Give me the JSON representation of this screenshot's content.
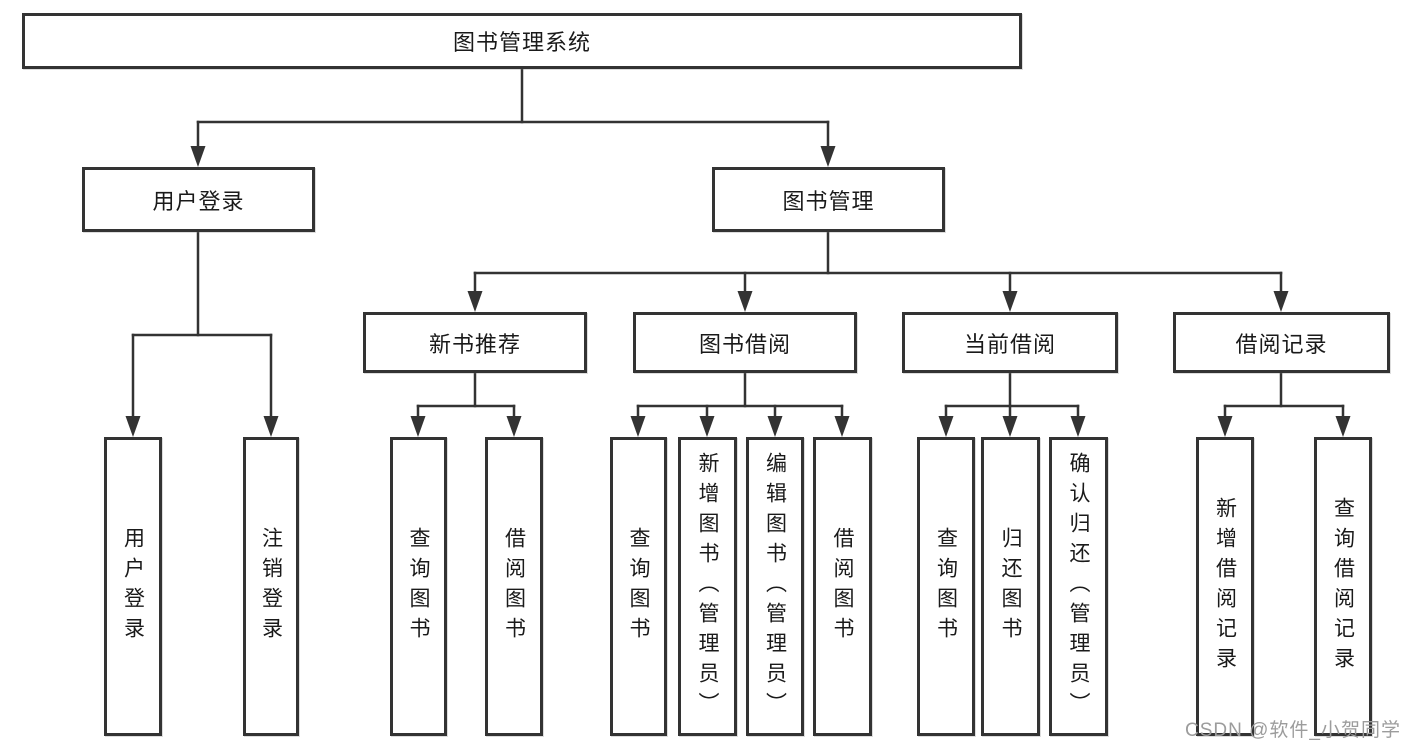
{
  "tree": {
    "root": {
      "label": "图书管理系统"
    },
    "branches": [
      {
        "label": "用户登录",
        "children": [
          {
            "label": "用户登录"
          },
          {
            "label": "注销登录"
          }
        ]
      },
      {
        "label": "图书管理",
        "children": [
          {
            "label": "新书推荐",
            "children": [
              {
                "label": "查询图书"
              },
              {
                "label": "借阅图书"
              }
            ]
          },
          {
            "label": "图书借阅",
            "children": [
              {
                "label": "查询图书"
              },
              {
                "label": "新增图书（管理员）"
              },
              {
                "label": "编辑图书（管理员）"
              },
              {
                "label": "借阅图书"
              }
            ]
          },
          {
            "label": "当前借阅",
            "children": [
              {
                "label": "查询图书"
              },
              {
                "label": "归还图书"
              },
              {
                "label": "确认归还（管理员）"
              }
            ]
          },
          {
            "label": "借阅记录",
            "children": [
              {
                "label": "新增借阅记录"
              },
              {
                "label": "查询借阅记录"
              }
            ]
          }
        ]
      }
    ]
  },
  "watermark": {
    "text": "CSDN @软件_小贺同学"
  },
  "colors": {
    "border": "#333333",
    "line": "#333333",
    "text": "#1a1a1a",
    "watermark": "#9c9c9c",
    "background": "#ffffff"
  }
}
